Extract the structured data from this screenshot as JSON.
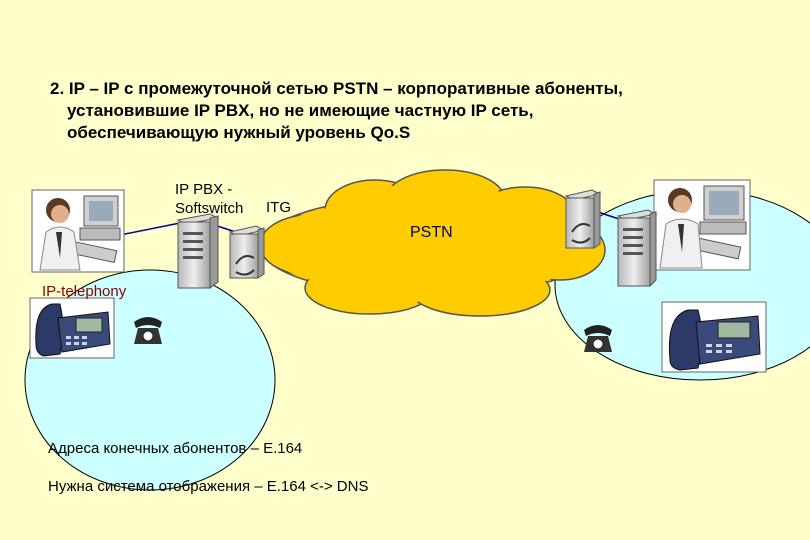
{
  "heading": {
    "line1": "2. IP – IP с промежуточной сетью  PSTN – корпоративные абоненты,",
    "line2": "установившие IP PBX, но не имеющие частную IP сеть,",
    "line3": "обеспечивающую нужный уровень Qo.S"
  },
  "labels": {
    "pbx_line1": "IP PBX -",
    "pbx_line2": "Softswitch",
    "itg": "ITG",
    "pstn": "PSTN",
    "ip_telephony": "IP-telephony"
  },
  "footer": {
    "line1": "Адреса конечных абонентов – E.164",
    "line2": "Нужна система отображения – E.164 <-> DNS"
  },
  "colors": {
    "background": "#ffffcc",
    "network_fill": "#ccffff",
    "cloud_fill": "#ffcc00",
    "link_line": "#000099",
    "pstn_text": "#000080",
    "ip_telephony_text": "#8b0000"
  }
}
